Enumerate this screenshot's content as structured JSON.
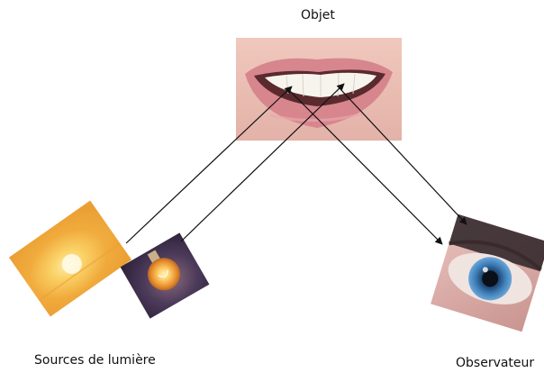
{
  "labels": {
    "object": "Objet",
    "sources": "Sources de lumière",
    "observer": "Observateur"
  },
  "colors": {
    "background": "#ffffff",
    "arrow": "#111111",
    "text": "#111111"
  },
  "images": {
    "object": "smiling-mouth-photo",
    "sun": "sun-photo",
    "bulb": "light-bulb-photo",
    "eye": "eye-photo"
  }
}
